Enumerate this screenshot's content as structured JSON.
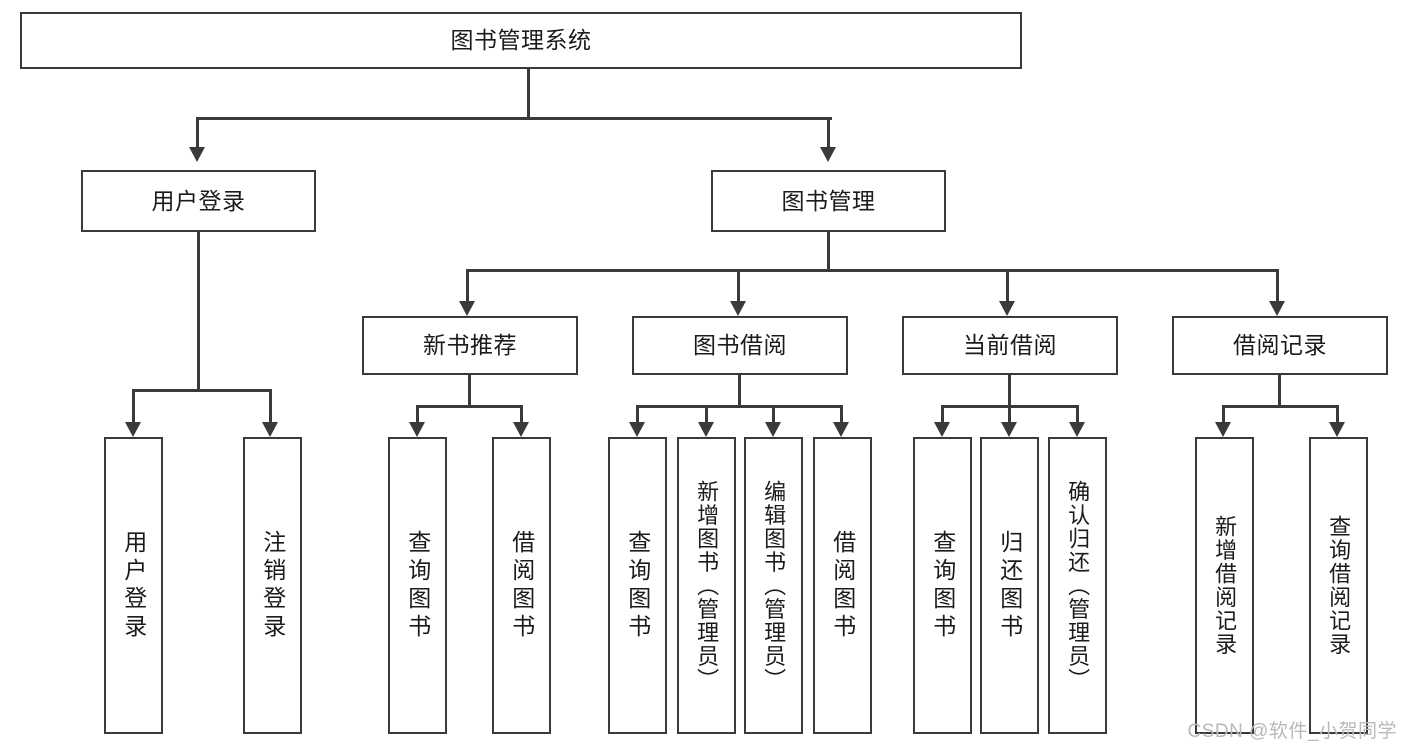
{
  "diagram": {
    "type": "tree-hierarchy",
    "title": "图书管理系统",
    "watermark": "CSDN @软件_小贺同学",
    "colors": {
      "stroke": "#3a3a3a",
      "fill": "#ffffff",
      "text": "#1b1b1b",
      "watermark": "#b9b9b9"
    },
    "nodes": {
      "root": {
        "label": "图书管理系统"
      },
      "level2": [
        {
          "id": "user-login",
          "label": "用户登录"
        },
        {
          "id": "book-manage",
          "label": "图书管理"
        }
      ],
      "level3": [
        {
          "id": "new-book-recommend",
          "label": "新书推荐"
        },
        {
          "id": "book-borrow",
          "label": "图书借阅"
        },
        {
          "id": "current-borrow",
          "label": "当前借阅"
        },
        {
          "id": "borrow-record",
          "label": "借阅记录"
        }
      ],
      "leaves": [
        {
          "id": "leaf-user-login",
          "label": "用户登录",
          "parent": "user-login"
        },
        {
          "id": "leaf-user-logout",
          "label": "注销登录",
          "parent": "user-login"
        },
        {
          "id": "leaf-query-book-1",
          "label": "查询图书",
          "parent": "new-book-recommend"
        },
        {
          "id": "leaf-borrow-book-1",
          "label": "借阅图书",
          "parent": "new-book-recommend"
        },
        {
          "id": "leaf-query-book-2",
          "label": "查询图书",
          "parent": "book-borrow"
        },
        {
          "id": "leaf-add-book",
          "label": "新增图书（管理员）",
          "parent": "book-borrow"
        },
        {
          "id": "leaf-edit-book",
          "label": "编辑图书（管理员）",
          "parent": "book-borrow"
        },
        {
          "id": "leaf-borrow-book-2",
          "label": "借阅图书",
          "parent": "book-borrow"
        },
        {
          "id": "leaf-query-book-3",
          "label": "查询图书",
          "parent": "current-borrow"
        },
        {
          "id": "leaf-return-book",
          "label": "归还图书",
          "parent": "current-borrow"
        },
        {
          "id": "leaf-confirm-return",
          "label": "确认归还（管理员）",
          "parent": "current-borrow"
        },
        {
          "id": "leaf-add-record",
          "label": "新增借阅记录",
          "parent": "borrow-record"
        },
        {
          "id": "leaf-query-record",
          "label": "查询借阅记录",
          "parent": "borrow-record"
        }
      ]
    }
  }
}
